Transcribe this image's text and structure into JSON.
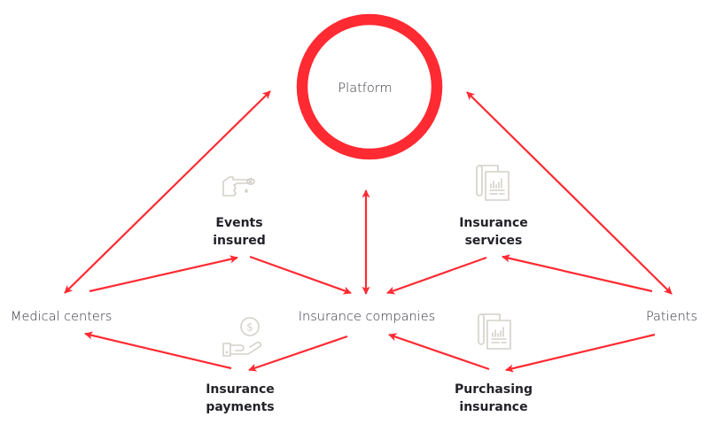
{
  "colors": {
    "accent": "#ff2a32",
    "icon": "#d4d0ca",
    "text": "#33343d"
  },
  "center": {
    "label": "Platform"
  },
  "nodes": {
    "medical_centers": "Medical centers",
    "insurance_companies": "Insurance companies",
    "patients": "Patients"
  },
  "flows": {
    "events_insured": {
      "line1": "Events",
      "line2": "insured",
      "icon": "hand-finger-icon"
    },
    "insurance_services": {
      "line1": "Insurance",
      "line2": "services",
      "icon": "document-chart-icon"
    },
    "insurance_payments": {
      "line1": "Insurance",
      "line2": "payments",
      "icon": "hand-coin-icon"
    },
    "purchasing_insurance": {
      "line1": "Purchasing",
      "line2": "insurance",
      "icon": "document-chart-icon"
    }
  }
}
